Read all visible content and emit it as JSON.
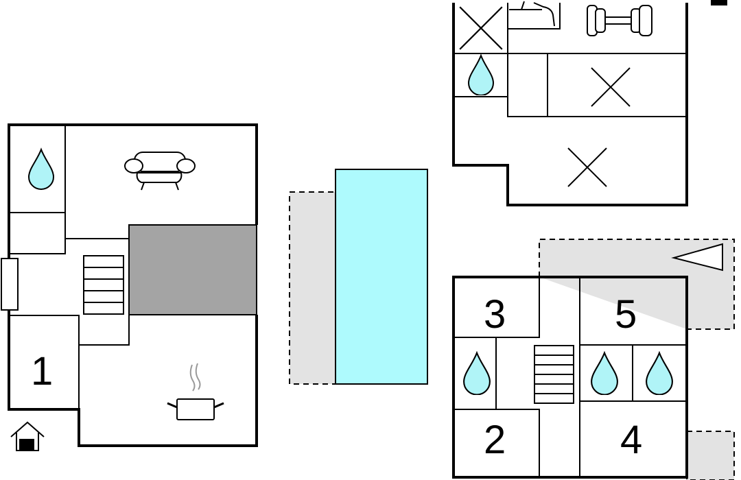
{
  "floor_plan": {
    "rooms": [
      {
        "id": "bedroom-1",
        "label": "1"
      },
      {
        "id": "bedroom-2",
        "label": "2"
      },
      {
        "id": "bedroom-3",
        "label": "3"
      },
      {
        "id": "bedroom-4",
        "label": "4"
      },
      {
        "id": "bedroom-5",
        "label": "5"
      }
    ],
    "icons": [
      "water-drop-icon",
      "sofa-icon",
      "stairs-icon",
      "cooking-pot-icon",
      "entrance-house-icon",
      "bed-x-icon",
      "fitness-dumbbell-icon",
      "sauna-icon",
      "terrace-arrow-icon",
      "swimming-pool"
    ],
    "colors": {
      "water": "#b0f4f7",
      "pool": "#aefafd",
      "covered_area": "#a4a4a4",
      "terrace": "#e3e3e3"
    }
  }
}
